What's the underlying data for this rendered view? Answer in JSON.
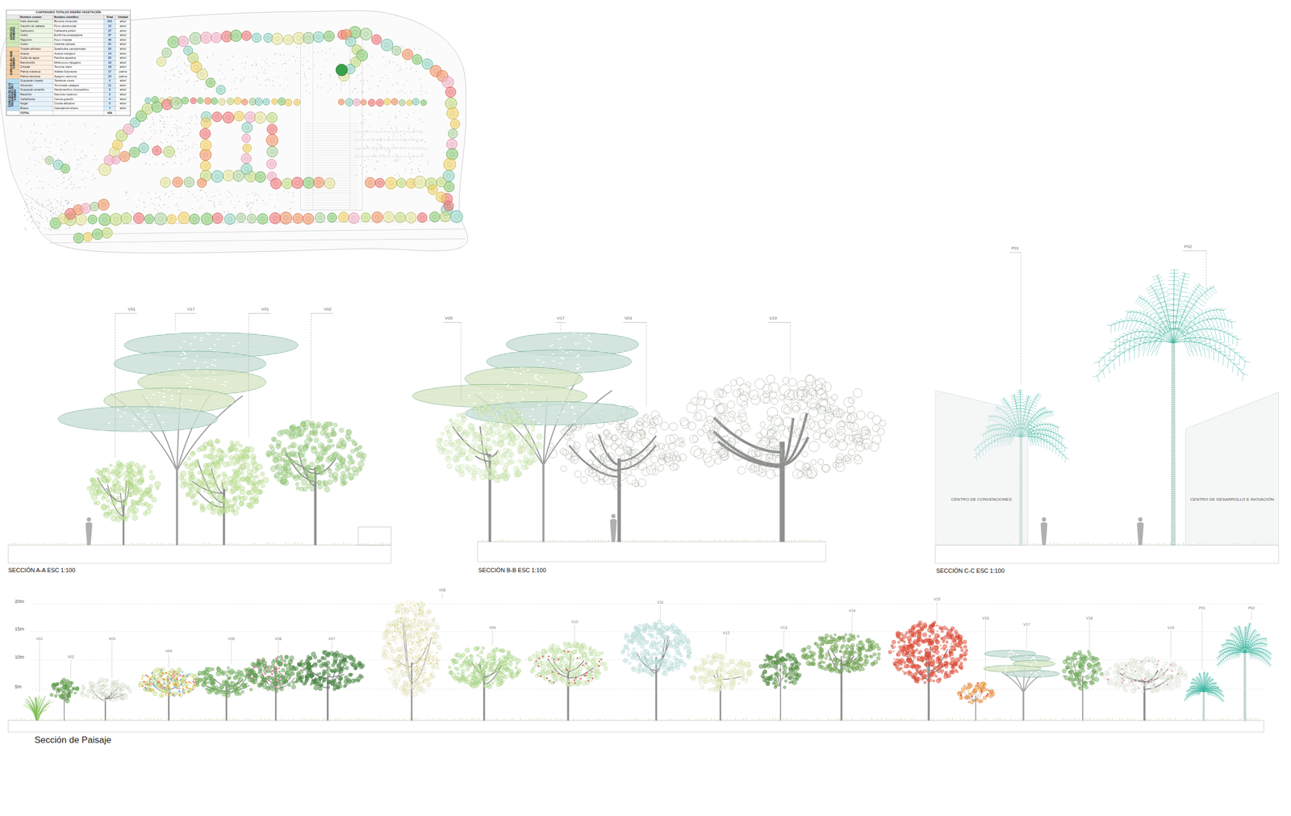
{
  "diagram": {
    "nodes": [
      {
        "text": [
          "CENTRO DE CONVENCIONES"
        ]
      },
      {
        "text": [
          "CENTRO DE DESARROLLO E INOVACIÓN"
        ]
      }
    ],
    "labels": [
      "CANTIDADES TOTALES DISEÑO VEGETACIÓN",
      "Nombre común",
      "Nombre científico",
      "Total",
      "Unidad",
      "Indio desnudo",
      "Bursera simaruba",
      "101",
      "árbol",
      "Caucho de sabana",
      "Ficus dendrocida",
      "12",
      "árbol",
      "Carbonero",
      "Calliandra pittieri",
      "37",
      "árbol",
      "Ceibo",
      "Erythrina poeppigiana",
      "37",
      "árbol",
      "Higuerón",
      "Ficus insipida",
      "46",
      "árbol",
      "Cedro",
      "Cedrela odorata",
      "31",
      "árbol",
      "Tulipán africano",
      "Spathodea campanulata",
      "22",
      "árbol",
      "Acacia",
      "Acacia mangium",
      "14",
      "árbol",
      "Ceiba de agua",
      "Pachira aquatica",
      "25",
      "árbol",
      "Mamoncillo",
      "Melicoccus bijugatus",
      "16",
      "árbol",
      "Chicalá",
      "Tecoma stans",
      "18",
      "árbol",
      "Palma manteca",
      "Attalea butyracea",
      "17",
      "palma",
      "Palma zancona",
      "Syagrus sancona",
      "10",
      "palma",
      "Guayacán rosado",
      "Tabebuia rosea",
      "4",
      "árbol",
      "Almendro",
      "Terminalia catappa",
      "11",
      "árbol",
      "Guayacán amarillo",
      "Handroanthus chrysanthus",
      "9",
      "árbol",
      "Madroño",
      "Garcinia madruno",
      "3",
      "árbol",
      "Cañafístula",
      "Cassia grandis",
      "4",
      "árbol",
      "Nogal",
      "Cordia alliodora",
      "5",
      "árbol",
      "Ébano",
      "Caesalpinia ebano",
      "7",
      "árbol",
      "ESPECIES PIONERAS",
      "ESPECIES DE SEMI SOMBRA",
      "ESPECIES DE ALTA REGENERACIÓN Y SOMBRA",
      "TOTAL",
      "429",
      "SECCIÓN A-A ESC 1:100",
      "V01",
      "V17",
      "V01",
      "V02",
      "SECCIÓN B-B ESC 1:100",
      "V05",
      "V17",
      "V03",
      "V19",
      "SECCIÓN C-C ESC 1:100",
      "P01",
      "P02",
      "20m",
      "15m",
      "10m",
      "5m",
      "V01",
      "V02",
      "V03",
      "V04",
      "V05",
      "V06",
      "V07",
      "V08",
      "V09",
      "V10",
      "V11",
      "V12",
      "V13",
      "V14",
      "V15",
      "V16",
      "V17",
      "V18",
      "V19",
      "P01",
      "P02",
      "Sección de Paisaje"
    ]
  }
}
